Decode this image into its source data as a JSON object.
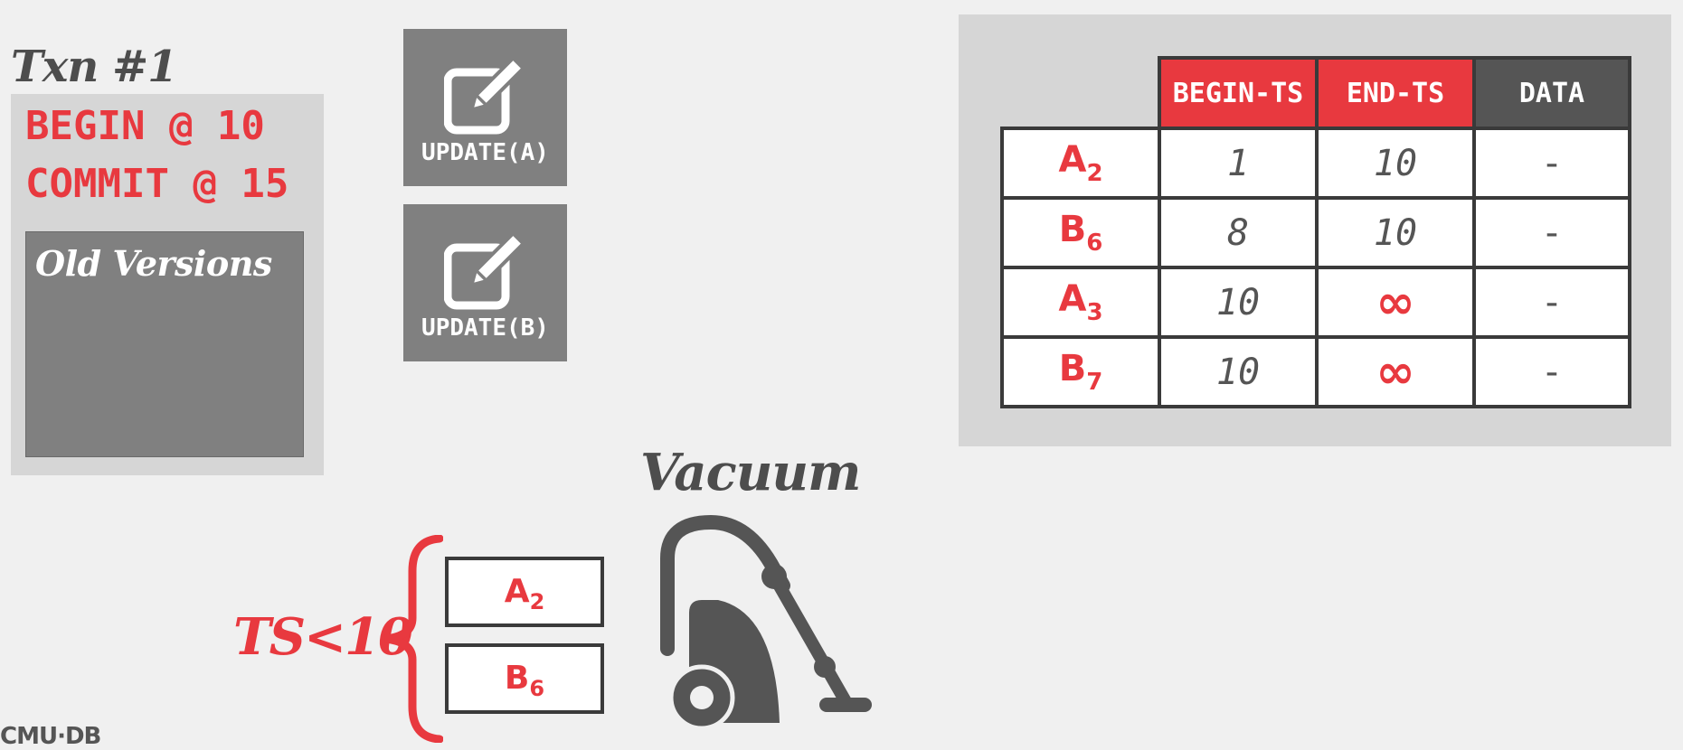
{
  "txn": {
    "title": "Txn #1",
    "begin": "BEGIN @ 10",
    "commit": "COMMIT @ 15",
    "old_versions_label": "Old Versions"
  },
  "updates": [
    {
      "label": "UPDATE(A)",
      "icon": "edit-icon"
    },
    {
      "label": "UPDATE(B)",
      "icon": "edit-icon"
    }
  ],
  "version_table": {
    "headers": [
      "BEGIN-TS",
      "END-TS",
      "DATA"
    ],
    "rows": [
      {
        "key": "A",
        "sub": "2",
        "begin": "1",
        "end": "10",
        "data": "-"
      },
      {
        "key": "B",
        "sub": "6",
        "begin": "8",
        "end": "10",
        "data": "-"
      },
      {
        "key": "A",
        "sub": "3",
        "begin": "10",
        "end": "∞",
        "data": "-"
      },
      {
        "key": "B",
        "sub": "7",
        "begin": "10",
        "end": "∞",
        "data": "-"
      }
    ]
  },
  "vacuum": {
    "title": "Vacuum",
    "condition": "TS<10",
    "items": [
      {
        "key": "A",
        "sub": "2"
      },
      {
        "key": "B",
        "sub": "6"
      }
    ]
  },
  "footer": {
    "logo": "CMU·DB"
  },
  "colors": {
    "accent": "#e8393f",
    "dark": "#555555",
    "panel": "#d6d6d6",
    "box": "#808080"
  }
}
